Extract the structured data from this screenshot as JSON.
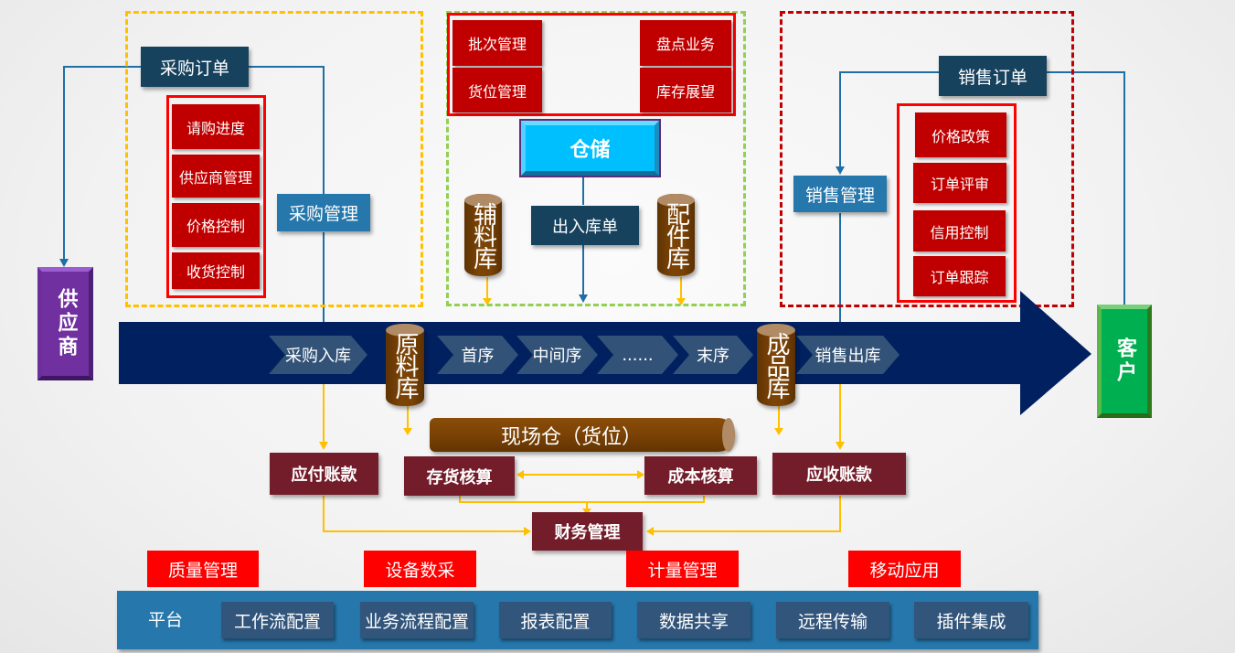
{
  "colors": {
    "navy_box": "#17425e",
    "blue_box": "#2677ac",
    "red_item": "#c00000",
    "bright_red": "#ff0000",
    "maroon": "#731c2a",
    "flow_arrow": "#002060",
    "chevron": "#325377",
    "cylinder": "#7a4205",
    "supplier": "#7030a0",
    "customer": "#00b050",
    "storage": "#00b0f0",
    "purchase_border": "#ffc000",
    "storage_border": "#92d050",
    "sales_border": "#c00000",
    "connector_blue": "#1f6fa5",
    "connector_yellow": "#ffc000"
  },
  "supplier": {
    "label": "供应商"
  },
  "customer": {
    "label": "客户"
  },
  "purchase": {
    "order": "采购订单",
    "management": "采购管理",
    "items": [
      "请购进度",
      "供应商管理",
      "价格控制",
      "收货控制"
    ]
  },
  "storage": {
    "title": "仓储",
    "left_items": [
      "批次管理",
      "货位管理"
    ],
    "right_items": [
      "盘点业务",
      "库存展望"
    ],
    "io_order": "出入库单",
    "aux_warehouse": "辅料库",
    "parts_warehouse": "配件库"
  },
  "sales": {
    "order": "销售订单",
    "management": "销售管理",
    "items": [
      "价格政策",
      "订单评审",
      "信用控制",
      "订单跟踪"
    ]
  },
  "flow": {
    "steps": [
      "采购入库",
      "首序",
      "中间序",
      "......",
      "末序",
      "销售出库"
    ],
    "raw_warehouse": "原料库",
    "finished_warehouse": "成品库"
  },
  "site_warehouse": "现场仓（货位）",
  "finance": {
    "payable": "应付账款",
    "inventory_accounting": "存货核算",
    "cost_accounting": "成本核算",
    "receivable": "应收账款",
    "management": "财务管理"
  },
  "extras": [
    "质量管理",
    "设备数采",
    "计量管理",
    "移动应用"
  ],
  "platform": {
    "label": "平台",
    "items": [
      "工作流配置",
      "业务流程配置",
      "报表配置",
      "数据共享",
      "远程传输",
      "插件集成"
    ]
  }
}
